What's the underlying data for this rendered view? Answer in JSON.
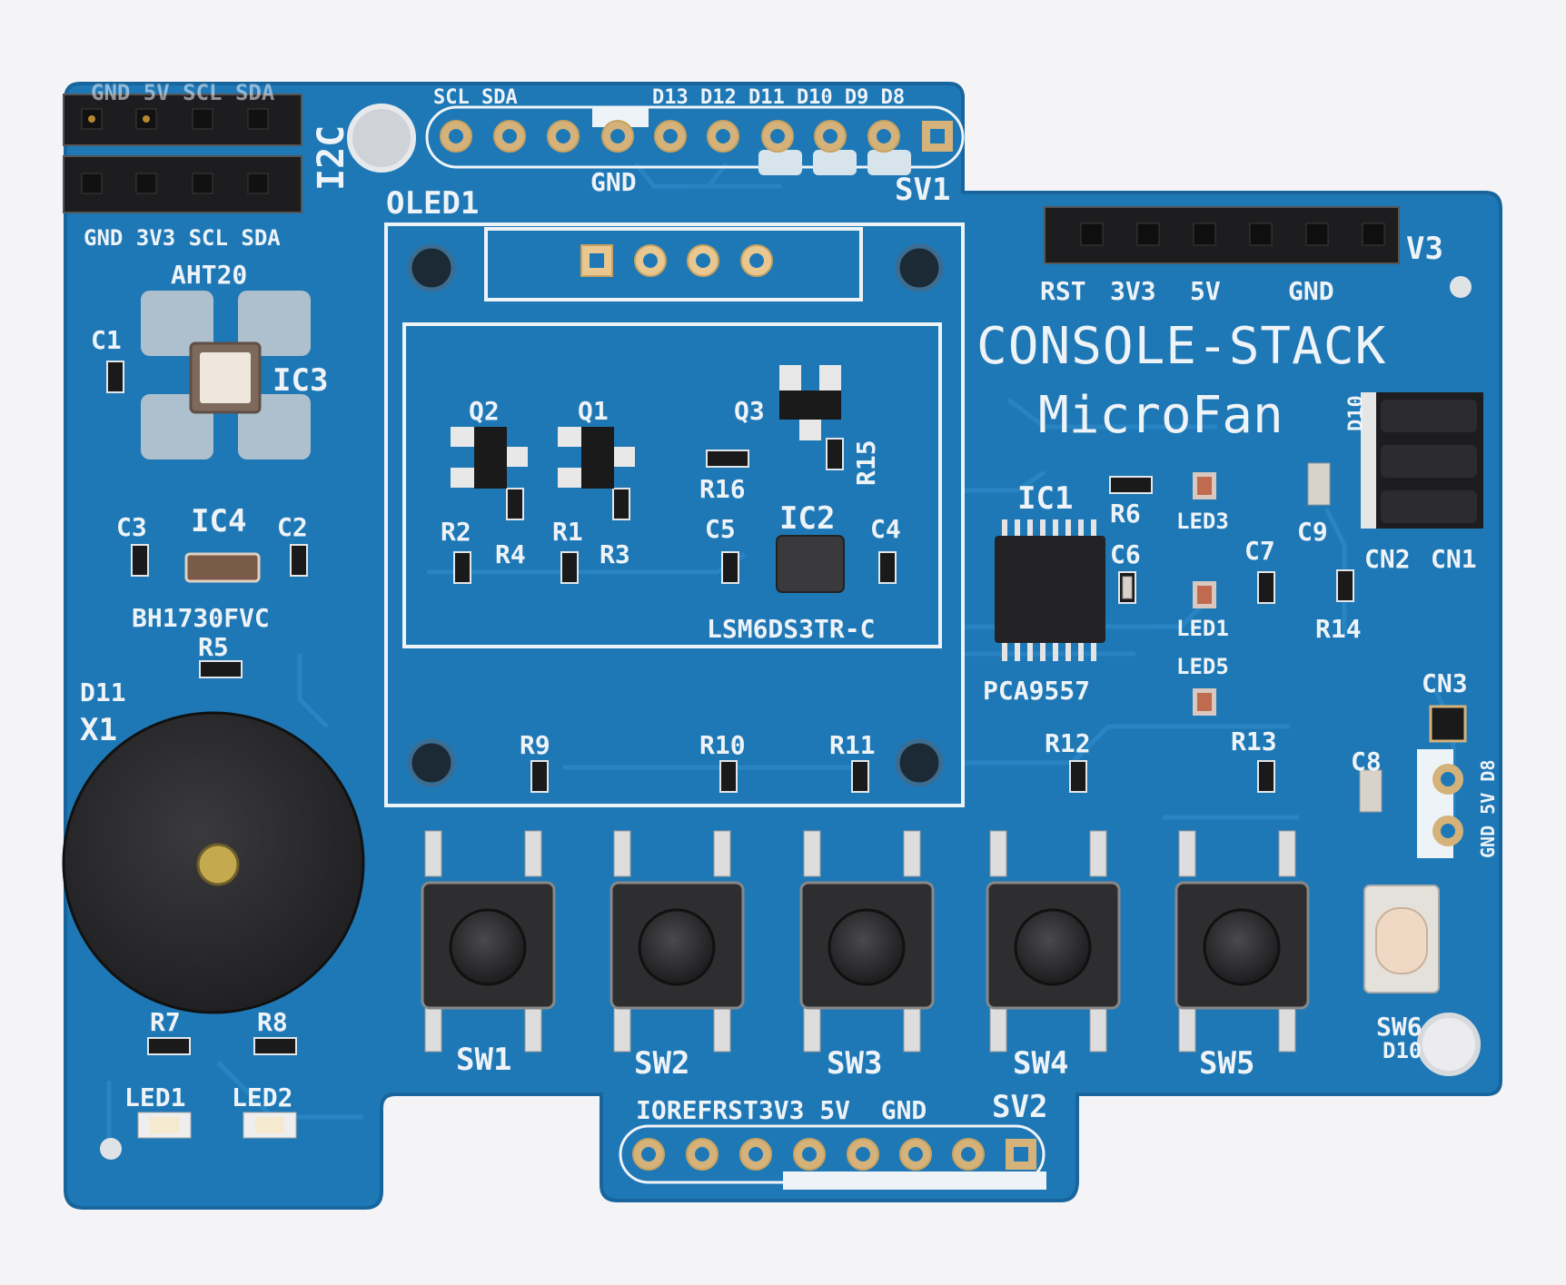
{
  "board": {
    "title": "CONSOLE-STACK",
    "subtitle": "MicroFan",
    "colors": {
      "pcb": "#1f78b6",
      "pcb_edge": "#1a6aa3",
      "silk": "#eef3f8",
      "background": "#f4f4f6"
    }
  },
  "labels": {
    "i2c_top_pins": "GND 5V SCL SDA",
    "i2c_bottom_pins": "GND 3V3 SCL SDA",
    "i2c": "I2C",
    "sv1_pins_left": "SCL SDA",
    "sv1_pins_right": "D13 D12 D11 D10 D9 D8",
    "sv1_gnd": "GND",
    "sv1": "SV1",
    "oled1": "OLED1",
    "v3": "V3",
    "power_pins": [
      "RST",
      "3V3",
      "5V",
      "GND"
    ],
    "aht20": "AHT20",
    "c1": "C1",
    "ic3": "IC3",
    "c3": "C3",
    "ic4": "IC4",
    "c2": "C2",
    "bh1730": "BH1730FVC",
    "r5": "R5",
    "d11": "D11",
    "x1": "X1",
    "q2": "Q2",
    "q1": "Q1",
    "q3": "Q3",
    "r15": "R15",
    "r16": "R16",
    "r2": "R2",
    "r4": "R4",
    "r1": "R1",
    "r3": "R3",
    "c5": "C5",
    "ic2": "IC2",
    "c4": "C4",
    "lsm": "LSM6DS3TR-C",
    "ic1": "IC1",
    "r6": "R6",
    "c6": "C6",
    "pca": "PCA9557",
    "led3": "LED3",
    "c9": "C9",
    "cn2": "CN2",
    "cn1": "CN1",
    "d10_side": "D10",
    "c7": "C7",
    "led1_mid": "LED1",
    "r14": "R14",
    "led5": "LED5",
    "cn3": "CN3",
    "cn3_pins": "GND 5V D8",
    "c8": "C8",
    "r9": "R9",
    "r10": "R10",
    "r11": "R11",
    "r12": "R12",
    "r13": "R13",
    "r7": "R7",
    "r8": "R8",
    "led1_bottom": "LED1",
    "led2": "LED2",
    "sw1": "SW1",
    "sw2": "SW2",
    "sw3": "SW3",
    "sw4": "SW4",
    "sw5": "SW5",
    "sw6": "SW6",
    "sw6_d10": "D10",
    "sv2_pins": "IOREFRST3V3 5V  GND",
    "sv2": "SV2"
  }
}
